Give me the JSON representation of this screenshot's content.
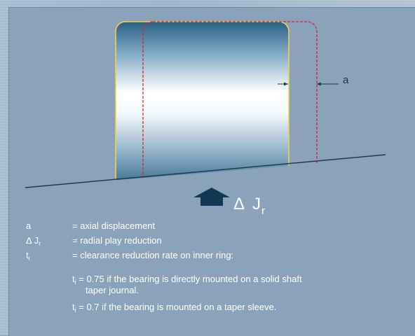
{
  "diagram": {
    "label_a": "a",
    "delta_symbol": "Δ",
    "j_letter": "J",
    "j_sub": "r"
  },
  "legend": {
    "rows": [
      {
        "symbol": "a",
        "sub": "",
        "desc": "= axial displacement"
      },
      {
        "symbol": "Δ J",
        "sub": "r",
        "desc": "= radial play reduction"
      },
      {
        "symbol": "t",
        "sub": "i",
        "desc": "= clearance reduction rate on inner ring:"
      }
    ],
    "notes": [
      {
        "prefix": "t",
        "sub": "i",
        "line1": " = 0.75 if the bearing is directly mounted on a solid shaft",
        "line2": "taper journal."
      },
      {
        "prefix": "t",
        "sub": "i",
        "line1": " = 0.7 if the bearing is mounted on a taper sleeve.",
        "line2": ""
      }
    ]
  },
  "colors": {
    "background": "#8aa3bb",
    "roller_outline": "#f2d24a",
    "displaced_outline": "#cc2a2a",
    "shaft_line": "#1f3b52",
    "arrow": "#123752",
    "text": "#ffffff",
    "label_text": "#17324a"
  }
}
